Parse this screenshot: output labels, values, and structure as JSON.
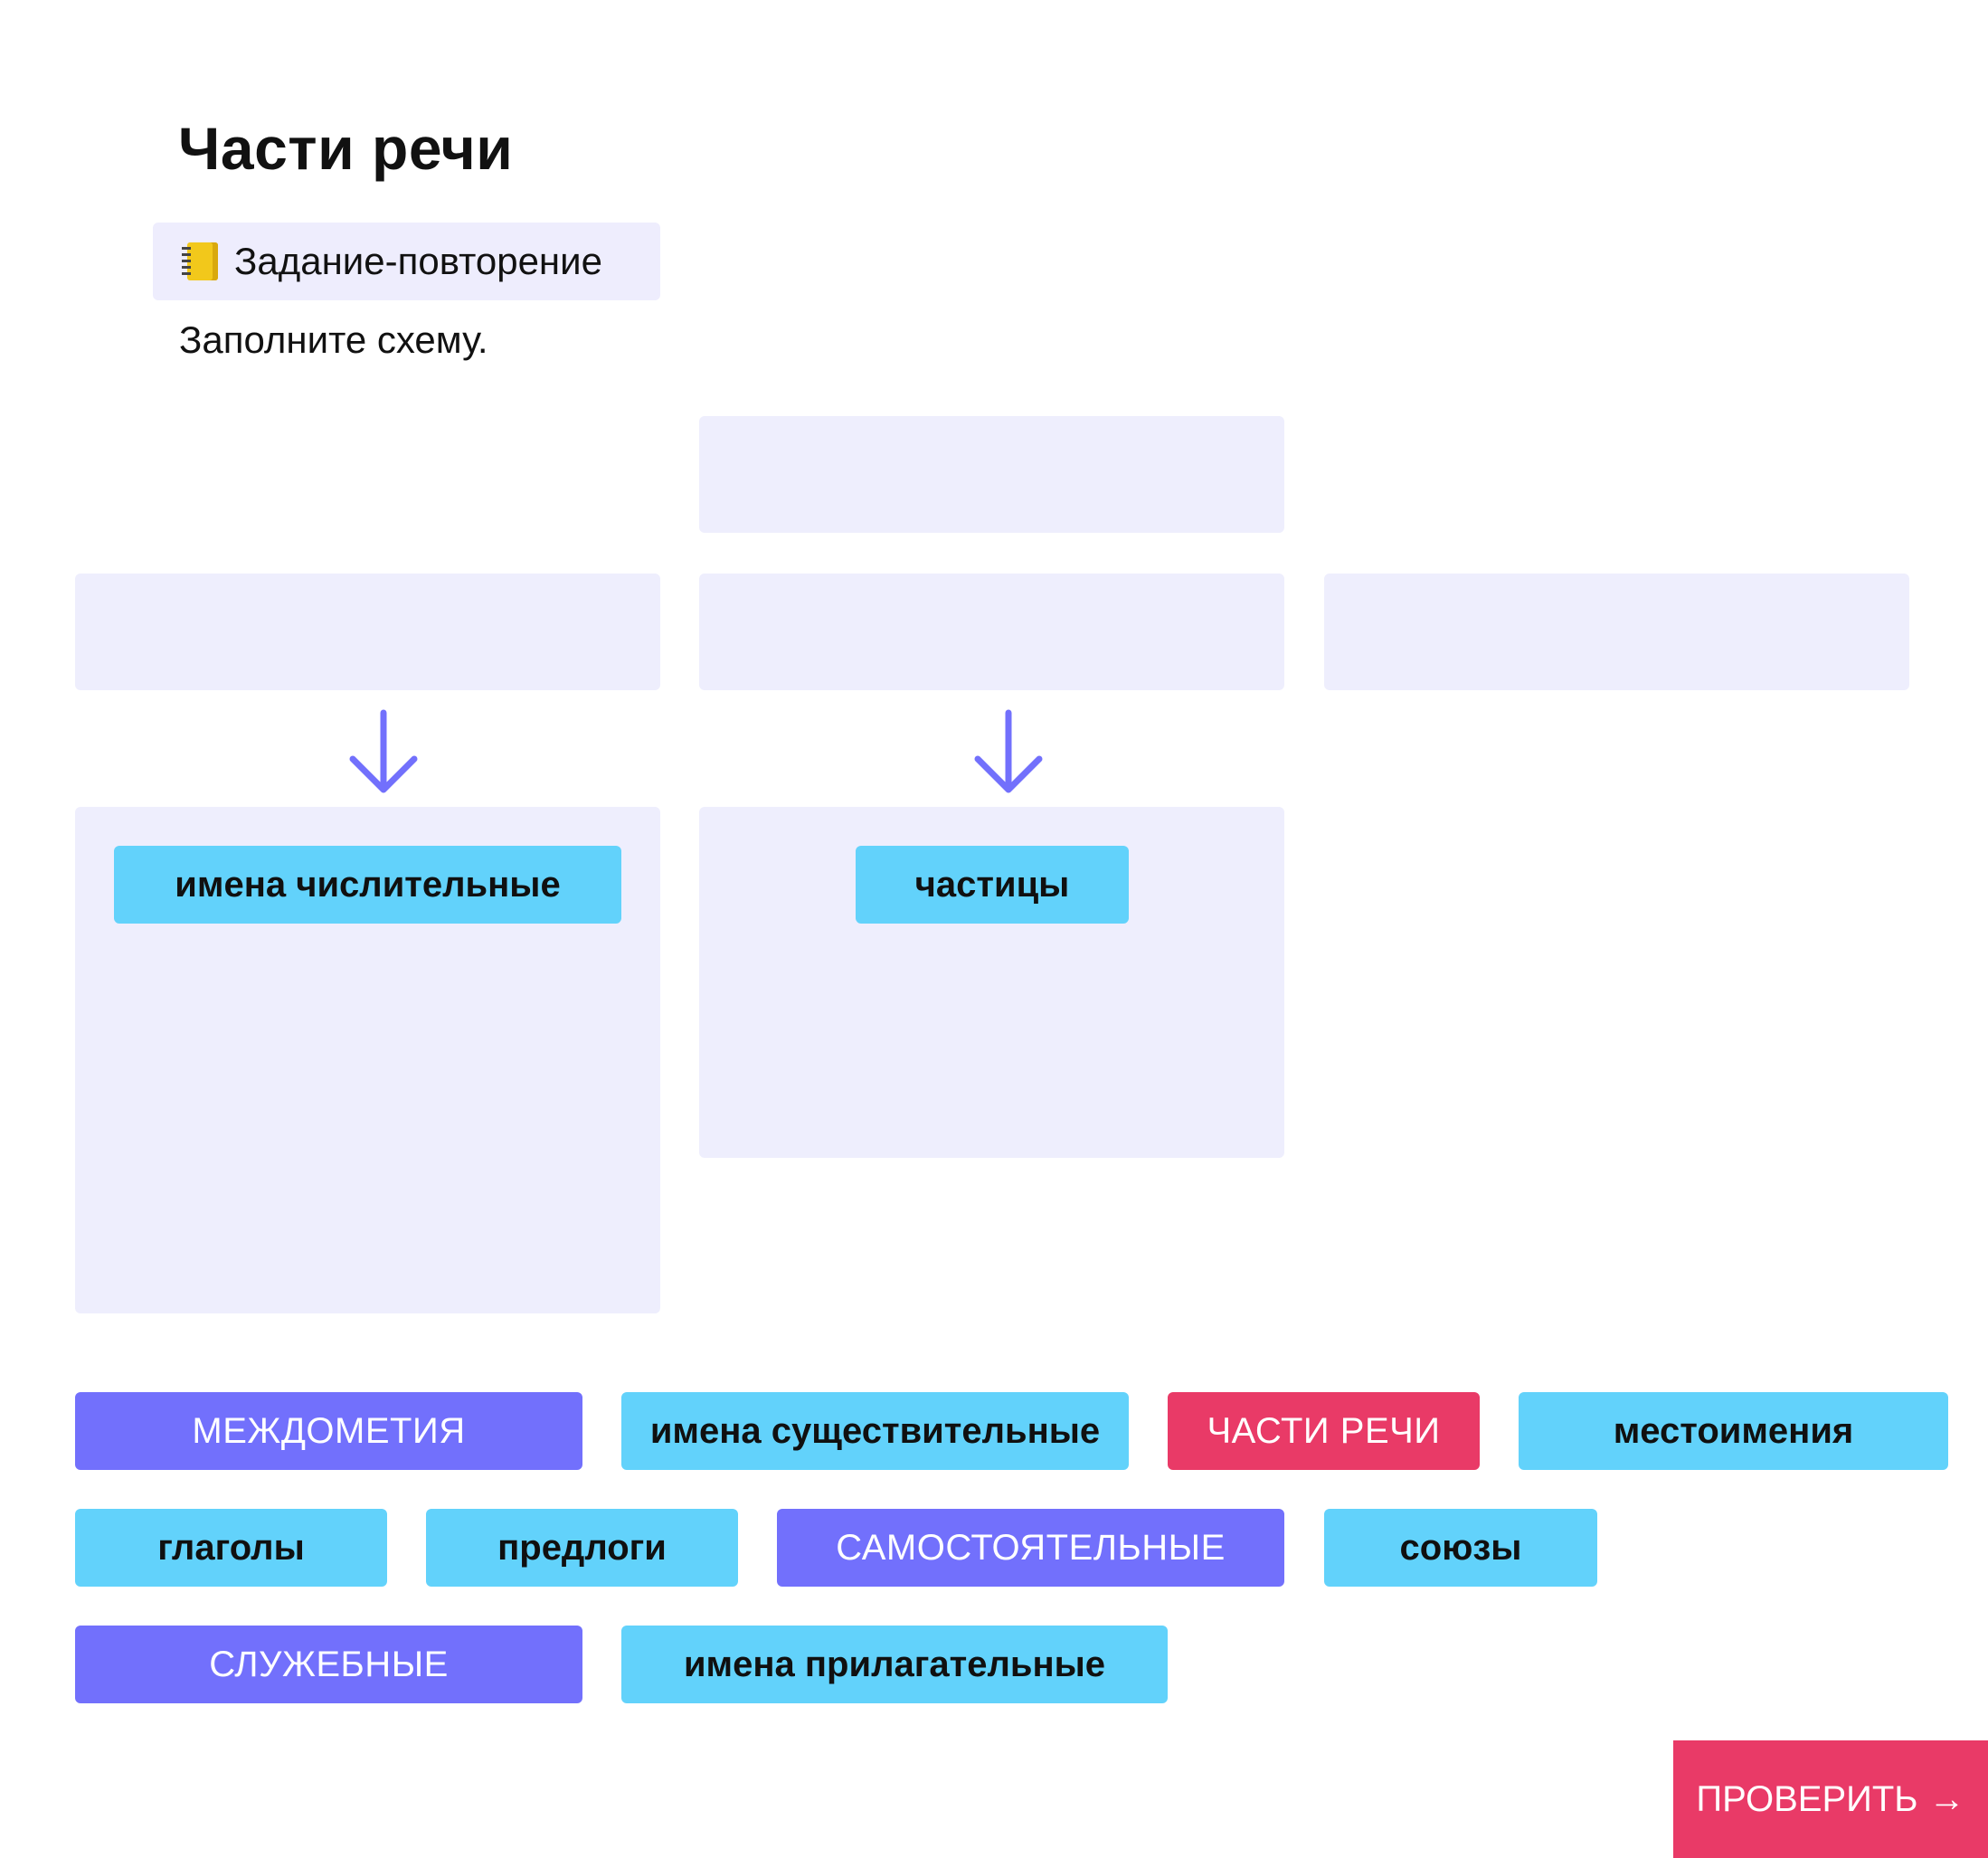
{
  "header": {
    "title": "Части речи"
  },
  "task": {
    "badge_label": "Задание-повторение",
    "badge_icon": "notebook-icon",
    "instruction": "Заполните схему."
  },
  "scheme": {
    "placed_chips": {
      "column_left": "имена числительные",
      "column_middle": "частицы"
    }
  },
  "word_bank": {
    "chips": [
      {
        "label": "МЕЖДОМЕТИЯ",
        "color": "#7270fc"
      },
      {
        "label": "имена существительные",
        "color": "#62d2fb"
      },
      {
        "label": "ЧАСТИ РЕЧИ",
        "color": "#e93a67"
      },
      {
        "label": "местоимения",
        "color": "#62d2fb"
      },
      {
        "label": "глаголы",
        "color": "#62d2fb"
      },
      {
        "label": "предлоги",
        "color": "#62d2fb"
      },
      {
        "label": "САМОСТОЯТЕЛЬНЫЕ",
        "color": "#7270fc"
      },
      {
        "label": "союзы",
        "color": "#62d2fb"
      },
      {
        "label": "СЛУЖЕБНЫЕ",
        "color": "#7270fc"
      },
      {
        "label": "имена прилагательные",
        "color": "#62d2fb"
      }
    ]
  },
  "footer": {
    "check_label": "ПРОВЕРИТЬ",
    "check_arrow": "→"
  },
  "colors": {
    "slot_background": "#eeeefd",
    "arrow": "#7270fc",
    "accent_red": "#e93a67",
    "chip_blue": "#62d2fb",
    "chip_purple": "#7270fc"
  }
}
